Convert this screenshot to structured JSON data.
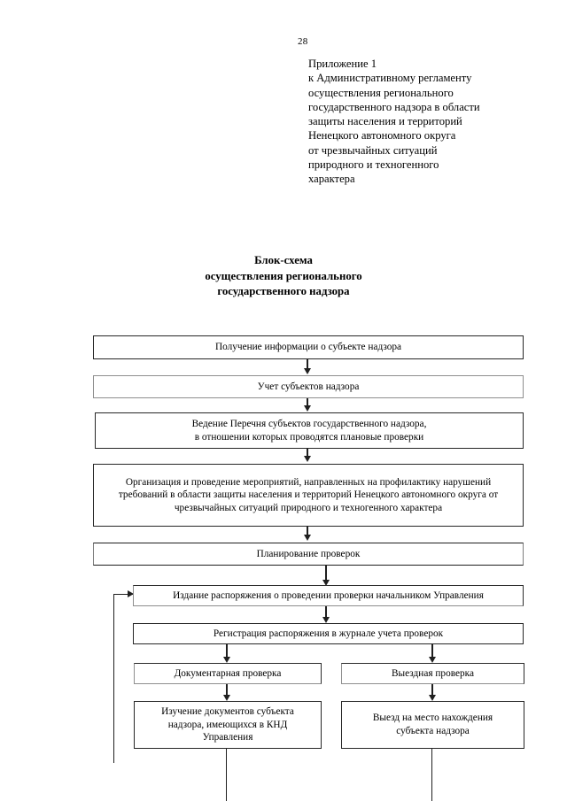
{
  "page": {
    "number": "28"
  },
  "appendix": {
    "lines": [
      "Приложение 1",
      "к Административному регламенту",
      "осуществления регионального",
      "государственного надзора в области",
      "защиты населения и территорий",
      "Ненецкого автономного округа",
      "от чрезвычайных ситуаций",
      "природного и техногенного",
      "характера"
    ]
  },
  "title": {
    "lines": [
      "Блок-схема",
      "осуществления регионального",
      "государственного надзора"
    ]
  },
  "flowchart": {
    "type": "flowchart",
    "orientation": "vertical-top-down",
    "nodes": [
      {
        "id": "n1",
        "text": "Получение информации о субъекте надзора"
      },
      {
        "id": "n2",
        "text": "Учет субъектов надзора"
      },
      {
        "id": "n3",
        "text": "Ведение Перечня субъектов государственного надзора,\nв отношении которых проводятся плановые проверки"
      },
      {
        "id": "n4",
        "text": "Организация и проведение мероприятий, направленных на профилактику нарушений требований в области защиты населения и территорий Ненецкого автономного округа от чрезвычайных ситуаций природного и техногенного характера"
      },
      {
        "id": "n5",
        "text": "Планирование проверок"
      },
      {
        "id": "n6",
        "text": "Издание распоряжения о проведении проверки начальником Управления"
      },
      {
        "id": "n7",
        "text": "Регистрация распоряжения в журнале учета проверок"
      },
      {
        "id": "n8",
        "text": "Документарная проверка"
      },
      {
        "id": "n9",
        "text": "Выездная проверка"
      },
      {
        "id": "n10",
        "text": "Изучение документов субъекта\nнадзора, имеющихся в КНД\nУправления"
      },
      {
        "id": "n11",
        "text": "Выезд на место нахождения\nсубъекта надзора"
      }
    ],
    "edges": [
      {
        "from": "n1",
        "to": "n2",
        "kind": "arrow-down"
      },
      {
        "from": "n2",
        "to": "n3",
        "kind": "arrow-down"
      },
      {
        "from": "n3",
        "to": "n4",
        "kind": "arrow-down"
      },
      {
        "from": "n4",
        "to": "n5",
        "kind": "arrow-down"
      },
      {
        "from": "n5",
        "to": "n6",
        "kind": "arrow-down"
      },
      {
        "from": "n6",
        "to": "n7",
        "kind": "arrow-down"
      },
      {
        "from": "n7",
        "to": "n8",
        "kind": "arrow-down"
      },
      {
        "from": "n7",
        "to": "n9",
        "kind": "arrow-down"
      },
      {
        "from": "n8",
        "to": "n10",
        "kind": "arrow-down"
      },
      {
        "from": "n9",
        "to": "n11",
        "kind": "arrow-down"
      },
      {
        "from": "n10",
        "to": "below-page",
        "kind": "line-down"
      },
      {
        "from": "n11",
        "to": "below-page",
        "kind": "line-down"
      },
      {
        "from": "feedback-loop",
        "to": "n6",
        "kind": "arrow-right"
      }
    ],
    "colors": {
      "line": "#1f1f1f",
      "border_dark": "#262626",
      "border_light": "#8e8e8e",
      "background": "#ffffff"
    }
  }
}
